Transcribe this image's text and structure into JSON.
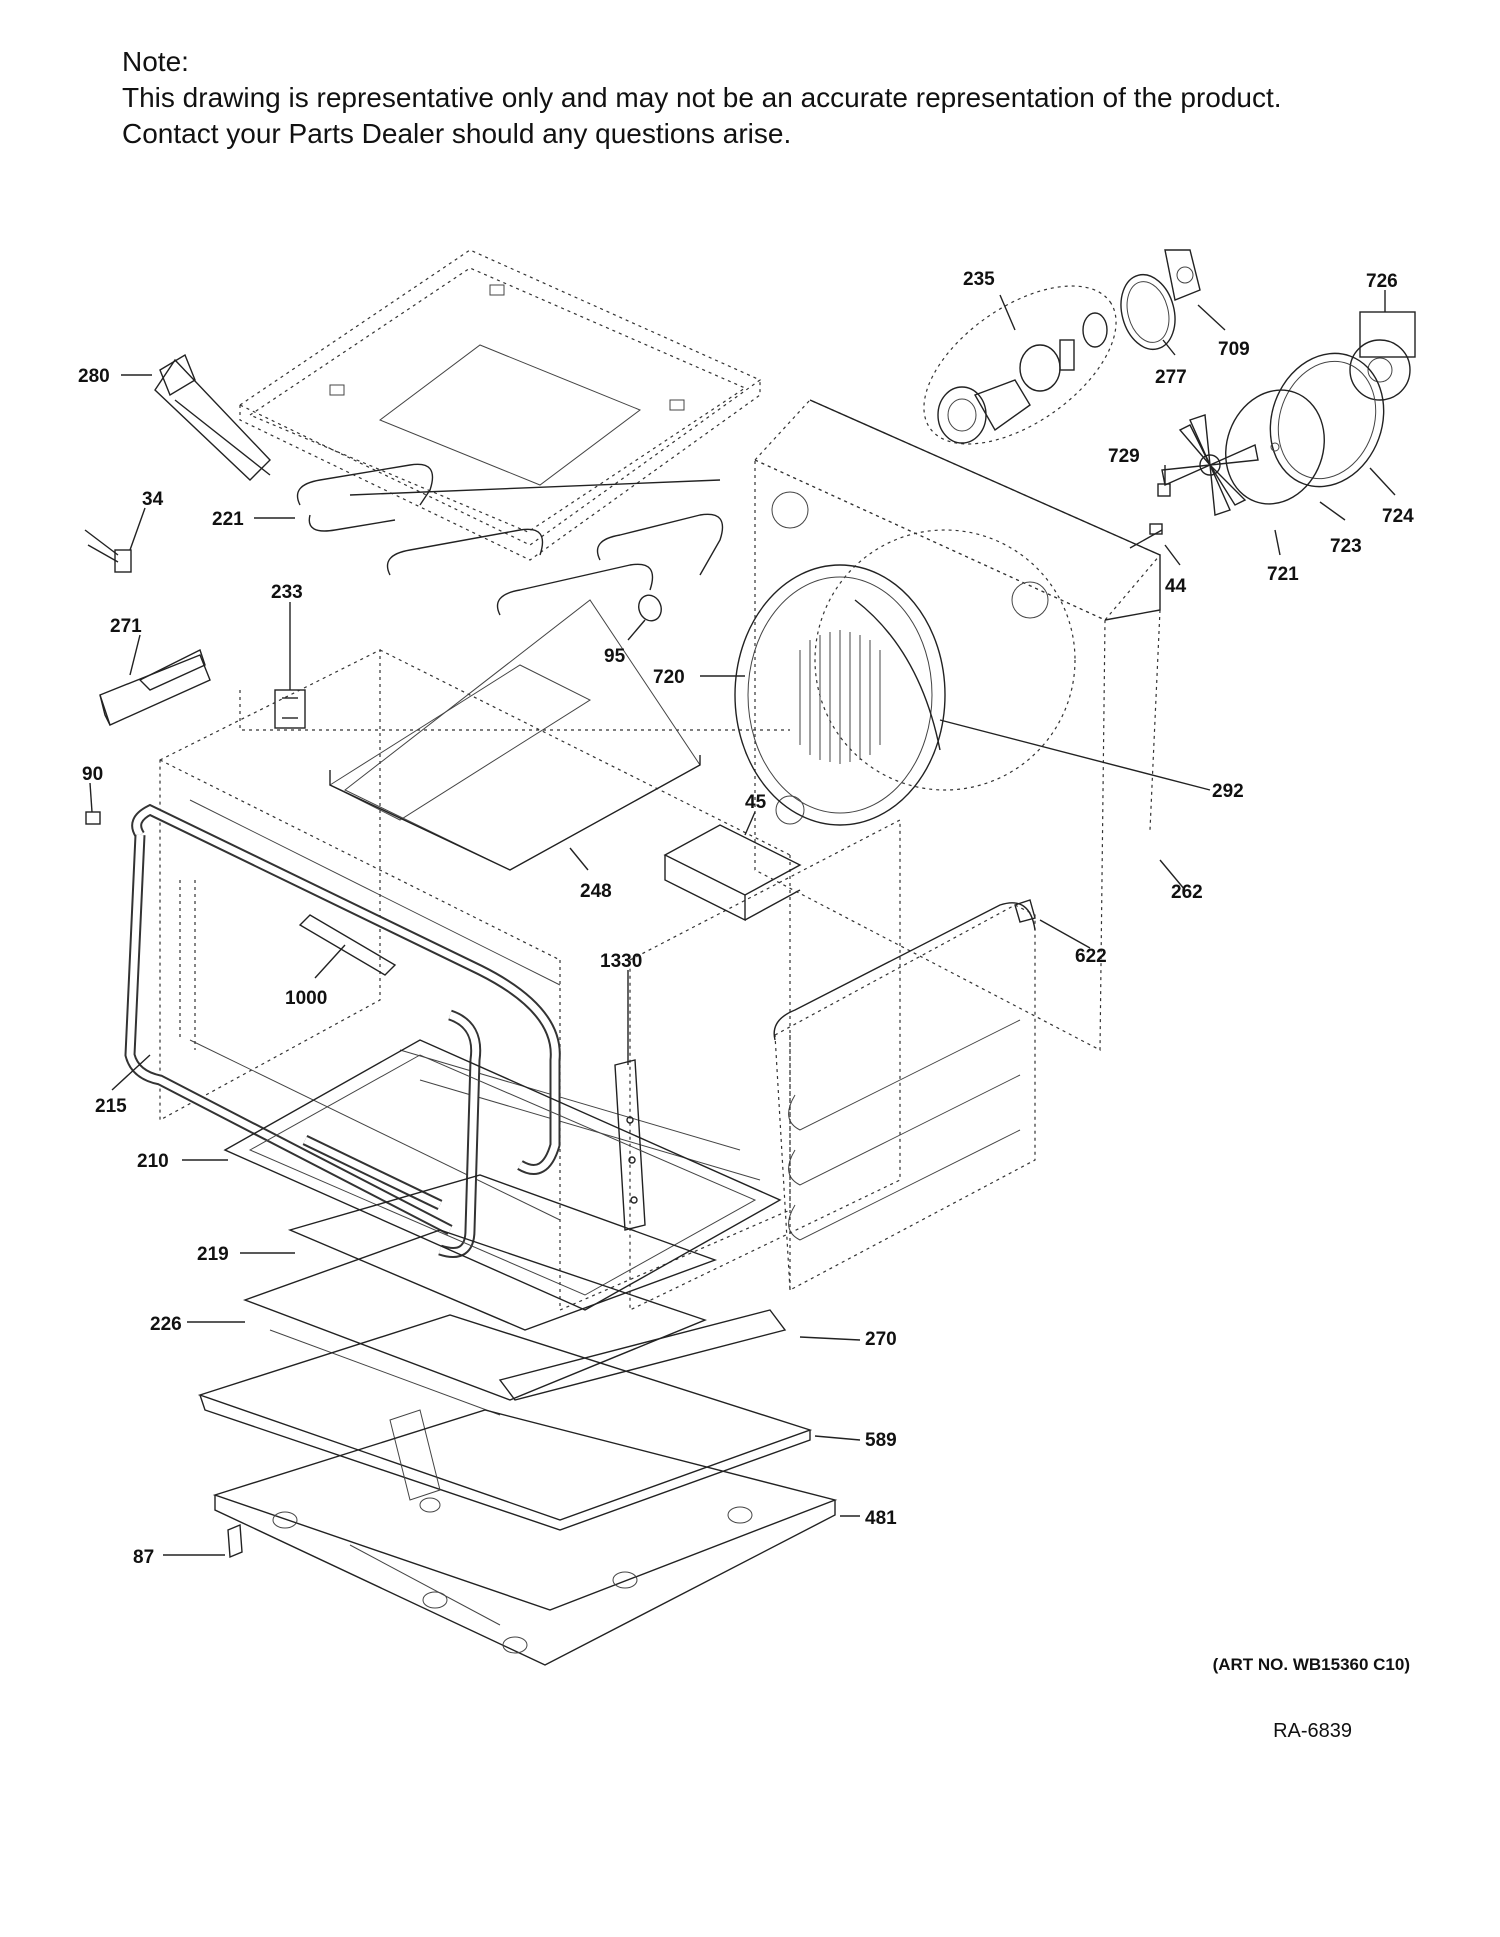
{
  "note": {
    "heading": "Note:",
    "line1": "This drawing is representative only and may not be an accurate representation of the product.",
    "line2": "Contact your Parts Dealer should any questions arise."
  },
  "parts": [
    {
      "id": "p235",
      "label": "235"
    },
    {
      "id": "p709",
      "label": "709"
    },
    {
      "id": "p277",
      "label": "277"
    },
    {
      "id": "p726",
      "label": "726"
    },
    {
      "id": "p280",
      "label": "280"
    },
    {
      "id": "p729",
      "label": "729"
    },
    {
      "id": "p724",
      "label": "724"
    },
    {
      "id": "p34",
      "label": "34"
    },
    {
      "id": "p221",
      "label": "221"
    },
    {
      "id": "p723",
      "label": "723"
    },
    {
      "id": "p44",
      "label": "44"
    },
    {
      "id": "p721",
      "label": "721"
    },
    {
      "id": "p233",
      "label": "233"
    },
    {
      "id": "p271",
      "label": "271"
    },
    {
      "id": "p95",
      "label": "95"
    },
    {
      "id": "p720",
      "label": "720"
    },
    {
      "id": "p90",
      "label": "90"
    },
    {
      "id": "p292",
      "label": "292"
    },
    {
      "id": "p45",
      "label": "45"
    },
    {
      "id": "p262",
      "label": "262"
    },
    {
      "id": "p248",
      "label": "248"
    },
    {
      "id": "p1330",
      "label": "1330"
    },
    {
      "id": "p622",
      "label": "622"
    },
    {
      "id": "p1000",
      "label": "1000"
    },
    {
      "id": "p215",
      "label": "215"
    },
    {
      "id": "p210",
      "label": "210"
    },
    {
      "id": "p219",
      "label": "219"
    },
    {
      "id": "p226",
      "label": "226"
    },
    {
      "id": "p270",
      "label": "270"
    },
    {
      "id": "p589",
      "label": "589"
    },
    {
      "id": "p481",
      "label": "481"
    },
    {
      "id": "p87",
      "label": "87"
    }
  ],
  "art_number": "(ART NO. WB15360 C10)",
  "drawing_code": "RA-6839"
}
